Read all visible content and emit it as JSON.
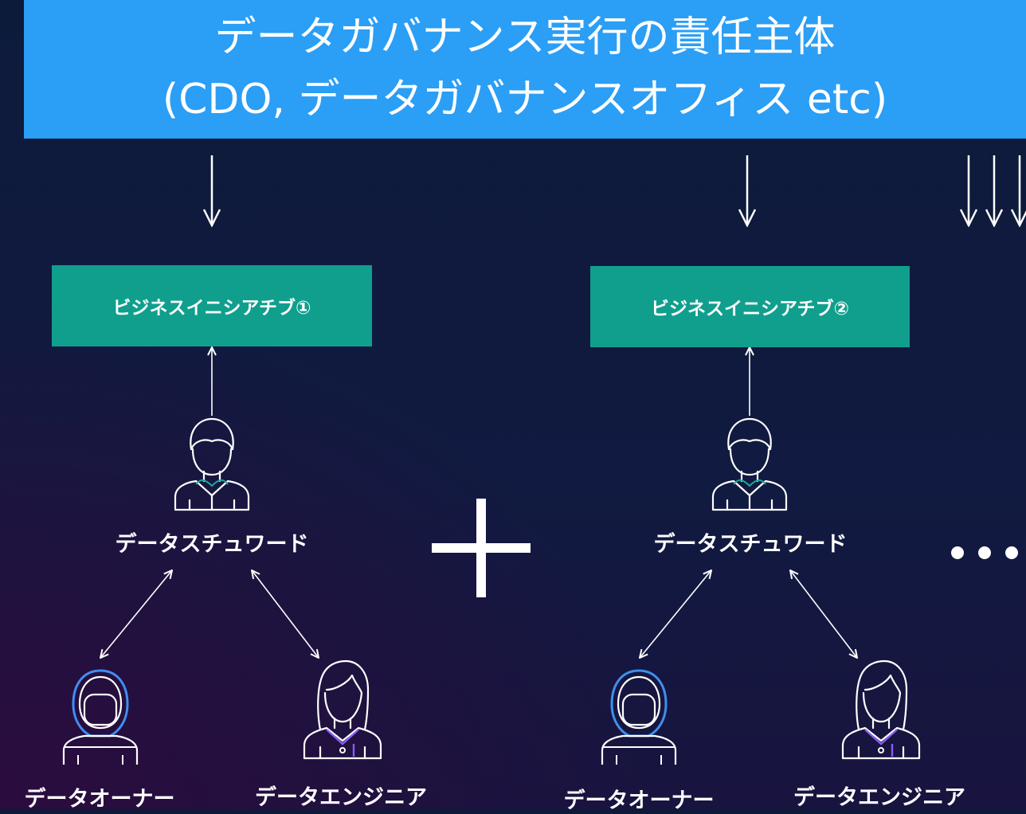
{
  "header": {
    "line1": "データガバナンス実行の責任主体",
    "line2": "(CDO, データガバナンスオフィス etc)"
  },
  "groups": [
    {
      "initiative": "ビジネスイニシアチブ①",
      "steward": "データスチュワード",
      "owner": "データオーナー",
      "engineer": "データエンジニア"
    },
    {
      "initiative": "ビジネスイニシアチブ②",
      "steward": "データスチュワード",
      "owner": "データオーナー",
      "engineer": "データエンジニア"
    }
  ],
  "icons": {
    "plus": "plus-icon",
    "ellipsis": "ellipsis-icon",
    "steward": "person-steward-icon",
    "owner": "person-hijab-icon",
    "engineer": "person-female-icon"
  },
  "colors": {
    "header_bg": "#2b9ef6",
    "initiative_bg": "#119f8d",
    "steward_accent": "#1fa79a",
    "owner_accent": "#3f8ff0",
    "engineer_accent": "#8a5cf6"
  }
}
